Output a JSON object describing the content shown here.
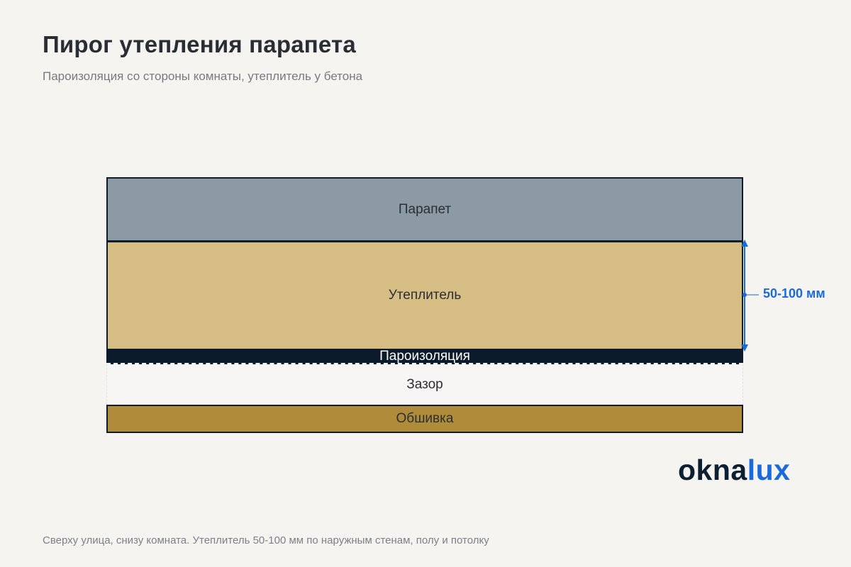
{
  "header": {
    "title": "Пирог утепления парапета",
    "subtitle": "Пароизоляция со стороны комнаты, утеплитель у бетона"
  },
  "layers": [
    {
      "label": "Парапет",
      "color": "#8c9aa6"
    },
    {
      "label": "Утеплитель",
      "color": "#d6bd84"
    },
    {
      "label": "Пароизоляция",
      "color": "#0c1b2b"
    },
    {
      "label": "Зазор",
      "color": "#f7f6f4"
    },
    {
      "label": "Обшивка",
      "color": "#b08c3a"
    }
  ],
  "dimension": {
    "label": "50-100 мм",
    "color": "#1a6ad9"
  },
  "logo": {
    "part1": "okna",
    "part2": "lux"
  },
  "footer": {
    "note": "Сверху улица, снизу комната. Утеплитель 50-100 мм по наружным стенам, полу и потолку"
  }
}
